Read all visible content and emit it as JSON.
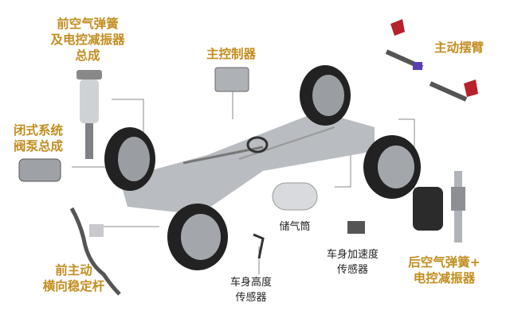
{
  "labels": {
    "front_air_spring": [
      "前空气弹簧",
      "及电控减振器",
      "总成"
    ],
    "main_controller": [
      "主控制器"
    ],
    "active_swing_arm": [
      "主动摆臂"
    ],
    "valve_pump": [
      "闭式系统",
      "阀泵总成"
    ],
    "air_tank": [
      "储气筒"
    ],
    "body_accel_sensor": [
      "车身加速度",
      "传感器"
    ],
    "body_height_sensor": [
      "车身高度",
      "传感器"
    ],
    "front_stabilizer": [
      "前主动",
      "横向稳定杆"
    ],
    "rear_air_spring": [
      "后空气弹簧+",
      "电控减振器"
    ]
  },
  "colors": {
    "accent": "#c28d1f",
    "text": "#222222",
    "leader": "#8a8a8a"
  }
}
